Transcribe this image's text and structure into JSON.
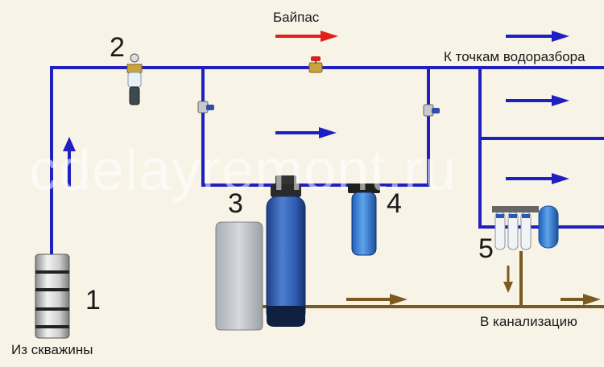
{
  "watermark": "cdelayremont.ru",
  "labels": {
    "bypass": "Байпас",
    "to_points": "К точкам водоразбора",
    "to_sewer": "В канализацию",
    "from_well": "Из скважины"
  },
  "components": [
    {
      "number": "1",
      "name": "well-filter"
    },
    {
      "number": "2",
      "name": "mesh-filter"
    },
    {
      "number": "3",
      "name": "softener"
    },
    {
      "number": "4",
      "name": "cartridge-filter"
    },
    {
      "number": "5",
      "name": "reverse-osmosis"
    }
  ],
  "colors": {
    "pipe_water": "#1f1fc2",
    "pipe_drain": "#7a5a1e",
    "bypass_arrow": "#e0211b",
    "background": "#f7f3e6"
  }
}
